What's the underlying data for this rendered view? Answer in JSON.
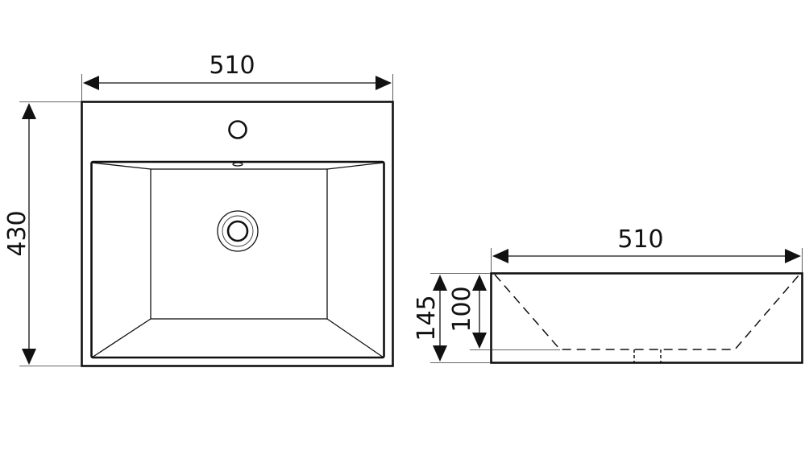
{
  "top_view": {
    "width_label": "510",
    "depth_label": "430"
  },
  "side_view": {
    "width_label": "510",
    "total_height_label": "145",
    "bowl_depth_label": "100"
  }
}
